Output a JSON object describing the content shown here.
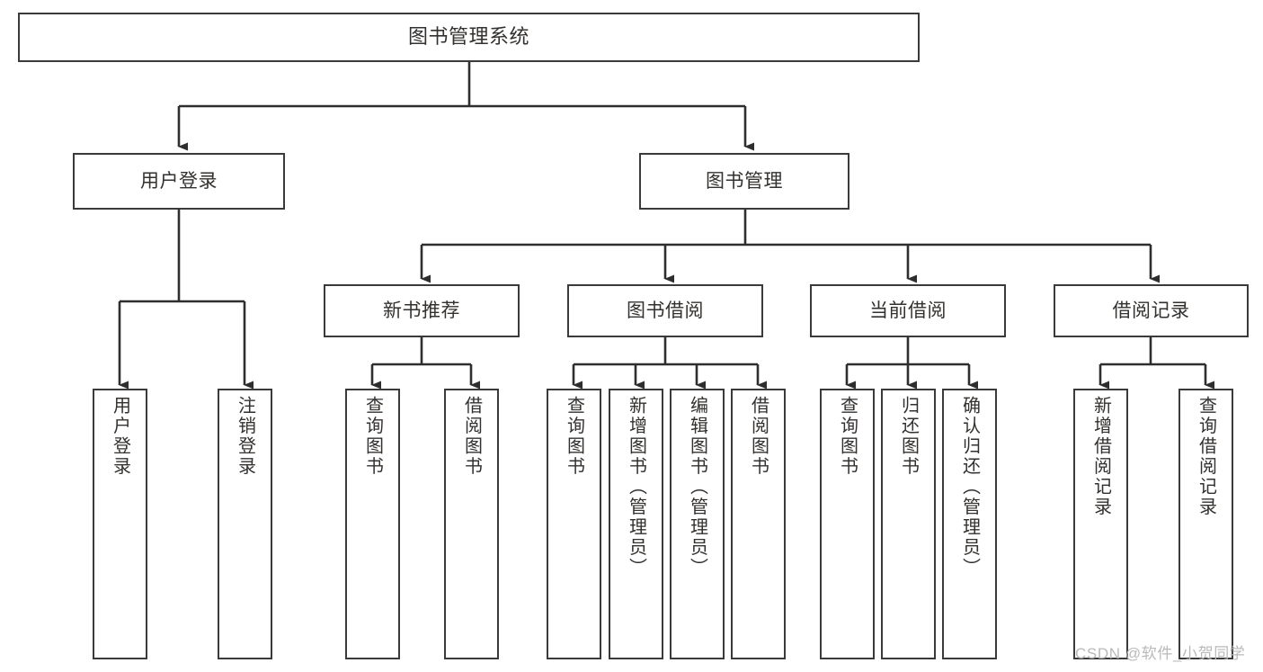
{
  "diagram": {
    "type": "tree-hierarchy-chart",
    "title": "图书管理系统",
    "colors": {
      "box_border": "#3a3a3a",
      "box_fill": "#ffffff",
      "connector": "#2e2e2e",
      "text": "#33312f",
      "watermark": "#b9b9b9",
      "background": "#ffffff"
    },
    "root": {
      "id": "root",
      "label": "图书管理系统",
      "orientation": "horizontal"
    },
    "level2": [
      {
        "id": "user-login",
        "label": "用户登录",
        "orientation": "horizontal"
      },
      {
        "id": "book-management",
        "label": "图书管理",
        "orientation": "horizontal"
      }
    ],
    "level3": [
      {
        "id": "new-book-recommend",
        "label": "新书推荐",
        "orientation": "horizontal",
        "parent": "book-management"
      },
      {
        "id": "book-borrow",
        "label": "图书借阅",
        "orientation": "horizontal",
        "parent": "book-management"
      },
      {
        "id": "current-borrow",
        "label": "当前借阅",
        "orientation": "horizontal",
        "parent": "book-management"
      },
      {
        "id": "borrow-records",
        "label": "借阅记录",
        "orientation": "horizontal",
        "parent": "book-management"
      }
    ],
    "leaves": [
      {
        "id": "leaf-user-login",
        "label": "用户登录",
        "parent": "user-login"
      },
      {
        "id": "leaf-user-logout",
        "label": "注销登录",
        "parent": "user-login"
      },
      {
        "id": "leaf-query-book-1",
        "label": "查询图书",
        "parent": "new-book-recommend"
      },
      {
        "id": "leaf-borrow-book-1",
        "label": "借阅图书",
        "parent": "new-book-recommend"
      },
      {
        "id": "leaf-query-book-2",
        "label": "查询图书",
        "parent": "book-borrow"
      },
      {
        "id": "leaf-add-book",
        "label": "新增图书（管理员）",
        "parent": "book-borrow"
      },
      {
        "id": "leaf-edit-book",
        "label": "编辑图书（管理员）",
        "parent": "book-borrow"
      },
      {
        "id": "leaf-borrow-book-2",
        "label": "借阅图书",
        "parent": "book-borrow"
      },
      {
        "id": "leaf-query-book-3",
        "label": "查询图书",
        "parent": "current-borrow"
      },
      {
        "id": "leaf-return-book",
        "label": "归还图书",
        "parent": "current-borrow"
      },
      {
        "id": "leaf-confirm-return",
        "label": "确认归还（管理员）",
        "parent": "current-borrow"
      },
      {
        "id": "leaf-add-record",
        "label": "新增借阅记录",
        "parent": "borrow-records"
      },
      {
        "id": "leaf-query-record",
        "label": "查询借阅记录",
        "parent": "borrow-records"
      }
    ]
  },
  "watermark": {
    "text": "CSDN @软件_小贺同学"
  }
}
